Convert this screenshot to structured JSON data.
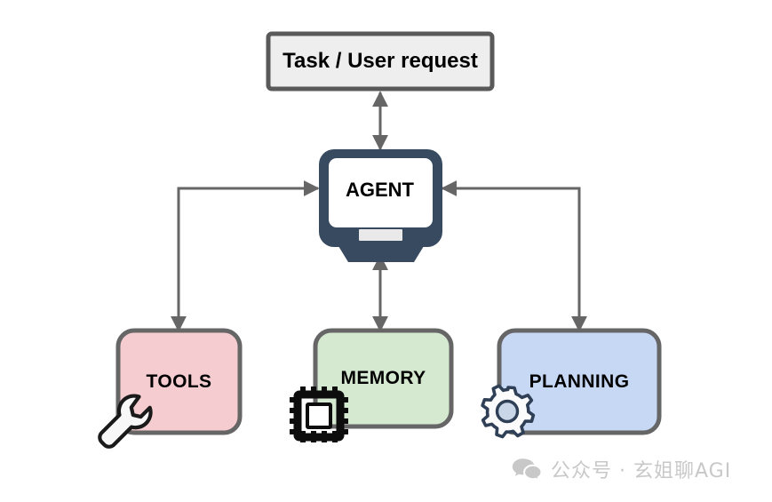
{
  "diagram": {
    "title_node": {
      "label": "Task / User request",
      "fill": "#eeeeee",
      "stroke": "#595959"
    },
    "agent_node": {
      "label": "AGENT",
      "body_color": "#384a60",
      "screen_color": "#ffffff",
      "base_color": "#e9e9e9"
    },
    "components": [
      {
        "label": "TOOLS",
        "fill": "#f5cdd0",
        "stroke": "#666666",
        "icon": "wrench-icon"
      },
      {
        "label": "MEMORY",
        "fill": "#d5e8d0",
        "stroke": "#666666",
        "icon": "cpu-chip-icon"
      },
      {
        "label": "PLANNING",
        "fill": "#c7d8f5",
        "stroke": "#666666",
        "icon": "gear-icon"
      }
    ],
    "connectors": [
      {
        "name": "task-agent-connector",
        "kind": "double-arrow-vertical"
      },
      {
        "name": "agent-memory-connector",
        "kind": "double-arrow-vertical"
      },
      {
        "name": "tools-agent-connector",
        "kind": "elbow-double-arrow"
      },
      {
        "name": "planning-agent-connector",
        "kind": "elbow-double-arrow"
      }
    ],
    "connector_color": "#666666"
  },
  "watermark": {
    "icon": "wechat-icon",
    "text": "公众号 · 玄姐聊AGI",
    "color": "#c8c8c8"
  }
}
